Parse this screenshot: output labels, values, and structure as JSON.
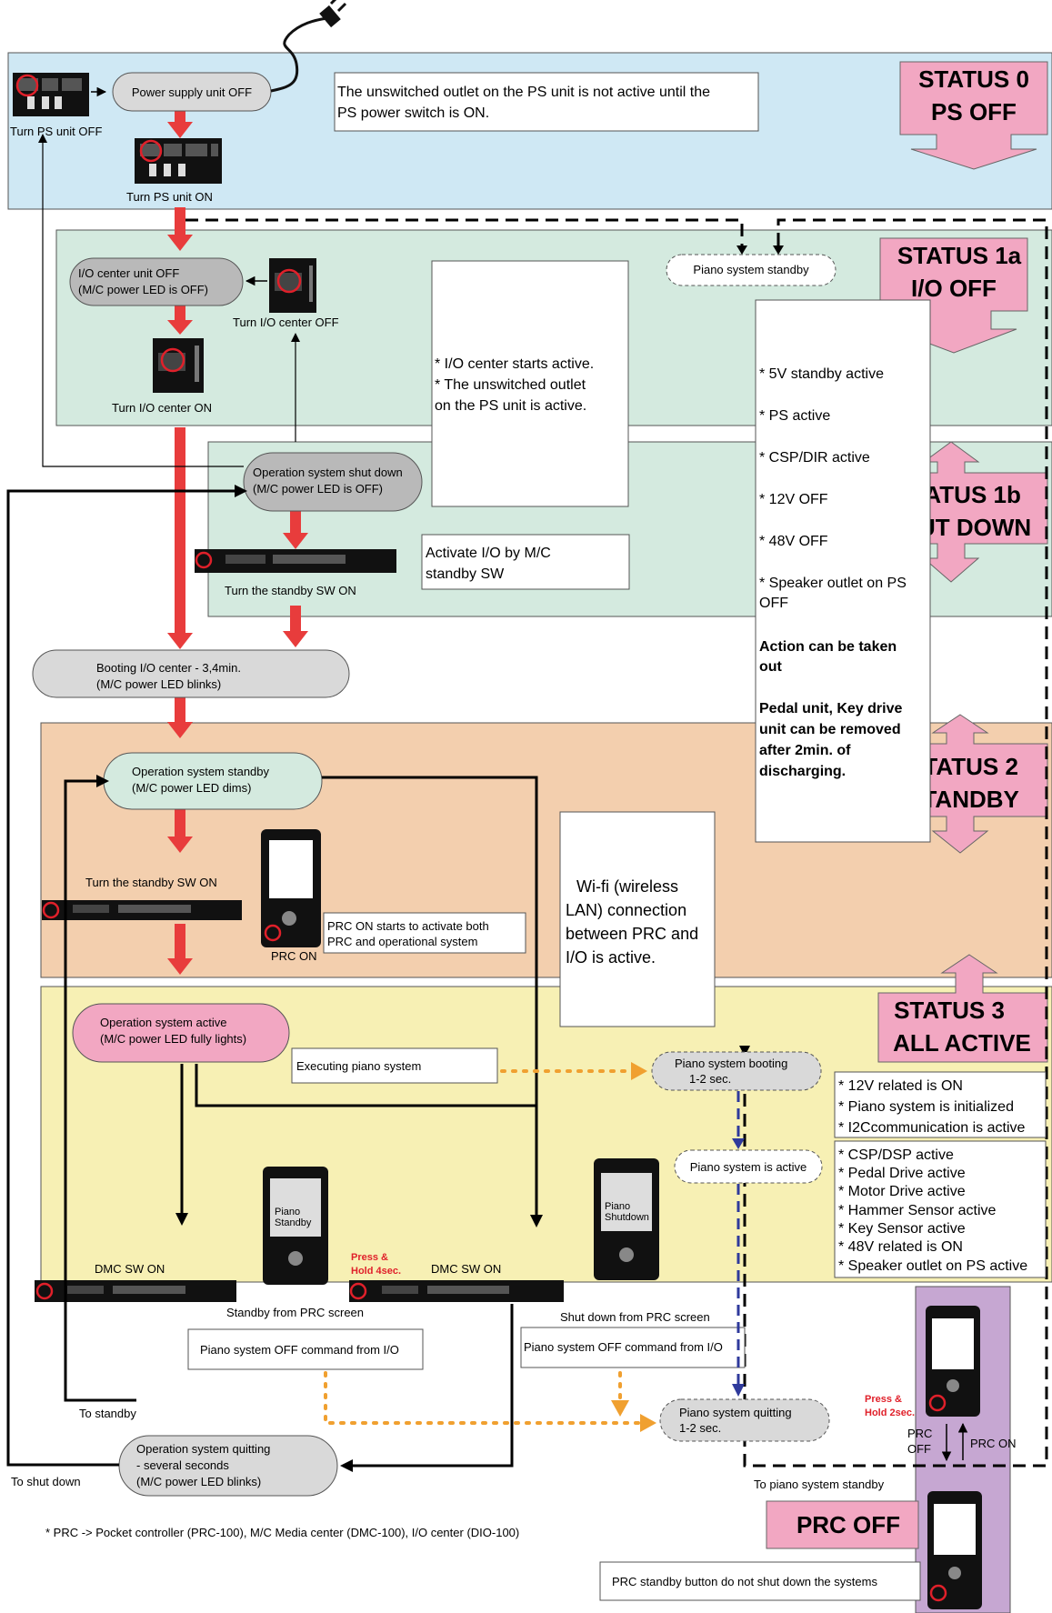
{
  "title": "",
  "colors": {
    "status0_bg": "#cfe8f4",
    "status1a_bg": "#d4eadf",
    "status1b_bg": "#d4eadf",
    "status2_bg": "#f3cfae",
    "status3_bg": "#f7f0b4",
    "prc_bg": "#c6a7d2",
    "status_badge": "#f2a7c2",
    "red_arrow": "#e83c3c",
    "orange_dotted": "#f0a030",
    "blue_dashed": "#2f3a9c",
    "node_gray": "#d9d9d9",
    "node_dark_gray": "#b9b9b9",
    "node_green": "#d4eadf",
    "node_pink": "#f2a7c2",
    "press_text": "#e0202a"
  },
  "status": {
    "s0": {
      "line1": "STATUS 0",
      "line2": "PS OFF"
    },
    "s1a": {
      "line1": "STATUS 1a",
      "line2": "I/O OFF"
    },
    "s1b": {
      "line1": "STATUS 1b",
      "line2": "SHUT DOWN"
    },
    "s2": {
      "line1": "STATUS 2",
      "line2": "STANDBY"
    },
    "s3": {
      "line1": "STATUS 3",
      "line2": "ALL ACTIVE"
    },
    "prc_off": "PRC OFF"
  },
  "nodes": {
    "power_supply_off": "Power supply unit OFF",
    "io_center_off": {
      "line1": "I/O center unit OFF",
      "line2": "(M/C power LED is OFF)"
    },
    "os_shut_down": {
      "line1": "Operation system shut down",
      "line2": "(M/C power LED is OFF)"
    },
    "booting_io": {
      "line1": "Booting I/O center - 3,4min.",
      "line2": "(M/C power LED blinks)"
    },
    "os_standby": {
      "line1": "Operation system standby",
      "line2": "(M/C power LED dims)"
    },
    "os_active": {
      "line1": "Operation system active",
      "line2": "(M/C power LED fully lights)"
    },
    "os_quitting": {
      "line1": "Operation system quitting",
      "line2": "- several seconds",
      "line3": "(M/C power LED blinks)"
    },
    "piano_standby": "Piano system standby",
    "piano_booting": {
      "line1": "Piano system booting",
      "line2": "1-2 sec."
    },
    "piano_active": "Piano system is active",
    "piano_quitting": {
      "line1": "Piano system quitting",
      "line2": "1-2 sec."
    }
  },
  "labels": {
    "turn_ps_off": "Turn PS unit OFF",
    "turn_ps_on": "Turn PS unit ON",
    "turn_io_off": "Turn I/O center OFF",
    "turn_io_on": "Turn I/O center ON",
    "turn_standby_on_1b": "Turn the standby SW ON",
    "turn_standby_on_2": "Turn the standby SW ON",
    "prc_on": "PRC ON",
    "dmc_sw_on_left": "DMC SW ON",
    "dmc_sw_on_right": "DMC SW ON",
    "standby_from_prc": "Standby from PRC screen",
    "shutdown_from_prc": "Shut down from PRC screen",
    "press_hold_4": {
      "line1": "Press &",
      "line2": "Hold 4sec."
    },
    "press_hold_2": {
      "line1": "Press &",
      "line2": "Hold 2sec."
    },
    "prc_off_small": {
      "line1": "PRC",
      "line2": "OFF"
    },
    "prc_on_small": "PRC ON",
    "to_standby": "To standby",
    "to_shut_down": "To shut down",
    "to_piano_standby": "To piano system standby",
    "screen_piano_standby": {
      "line1": "Piano",
      "line2": "Standby"
    },
    "screen_piano_shutdown": {
      "line1": "Piano",
      "line2": "Shutdown"
    }
  },
  "notes": {
    "ps_note": {
      "line1": "The unswitched outlet on the PS unit is not active until the",
      "line2": "PS power switch is ON."
    },
    "io_note": {
      "line1": "* I/O center starts active.",
      "line2": "* The unswitched outlet",
      "line3": "on the PS unit is active."
    },
    "activate_io": {
      "line1": "Activate I/O by M/C",
      "line2": "standby SW"
    },
    "prc_on_note": {
      "line1": "PRC ON starts to activate both",
      "line2": "PRC and operational system"
    },
    "wifi_note": {
      "line1": "Wi-fi (wireless",
      "line2": "LAN) connection",
      "line3": "between PRC and",
      "line4": "I/O is active."
    },
    "executing": "Executing piano system",
    "piano_off_cmd_left": "Piano system OFF command from I/O",
    "piano_off_cmd_right": "Piano system OFF command from I/O",
    "prc_standby_note": "PRC standby button do not shut down the systems",
    "footnote": "*  PRC -> Pocket controller (PRC-100), M/C Media center (DMC-100), I/O center (DIO-100)"
  },
  "standby_list": {
    "i1": "* 5V standby active",
    "i2": "* PS active",
    "i3": "* CSP/DIR active",
    "i4": "* 12V OFF",
    "i5": "* 48V OFF",
    "i6a": "* Speaker outlet on PS",
    "i6b": "OFF",
    "b1a": "Action can be taken",
    "b1b": "out",
    "b2a": "Pedal unit, Key drive",
    "b2b": "unit can be removed",
    "b2c": "after 2min. of",
    "b2d": "discharging."
  },
  "active_list_1": {
    "i1": "* 12V related is ON",
    "i2": "* Piano system is initialized",
    "i3": "* I2Ccommunication is active"
  },
  "active_list_2": {
    "i1": "* CSP/DSP active",
    "i2": "* Pedal Drive active",
    "i3": "* Motor Drive active",
    "i4": "* Hammer Sensor active",
    "i5": "* Key Sensor active",
    "i6": "* 48V related is ON",
    "i7": "* Speaker outlet on PS active"
  }
}
